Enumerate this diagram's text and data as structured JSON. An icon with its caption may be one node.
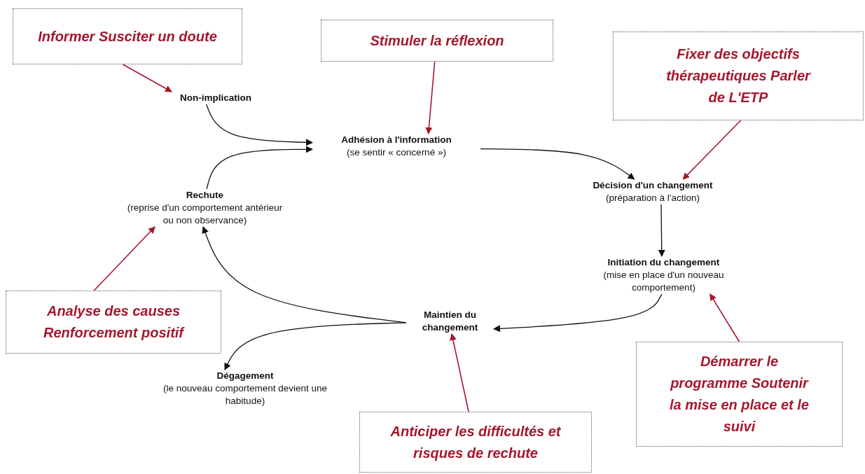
{
  "diagram": {
    "nodes": [
      {
        "text": [
          "Informer Susciter un doute"
        ]
      },
      {
        "text": [
          "Non-implication"
        ]
      },
      {
        "text": [
          "Stimuler la réflexion"
        ]
      },
      {
        "text": [
          "Adhésion à l'information",
          "(se sentir « concerné »)"
        ]
      },
      {
        "text": [
          "Fixer des objectifs thérapeutiques Parler de L'ETP"
        ]
      },
      {
        "text": [
          "Décision d'un changement",
          "(préparation à l'action)"
        ]
      },
      {
        "text": [
          "Initiation du changement",
          "(mise en place d'un nouveau comportement)"
        ]
      },
      {
        "text": [
          "Démarrer le programme Soutenir la mise en place et le suivi"
        ]
      },
      {
        "text": [
          "Maintien du changement"
        ]
      },
      {
        "text": [
          "Anticiper les difficultés et risques de rechute"
        ]
      },
      {
        "text": [
          "Dégagement",
          "(le nouveau comportement devient une habitude)"
        ]
      },
      {
        "text": [
          "Rechute",
          "(reprise d'un comportement antérieur ou non observance)"
        ]
      },
      {
        "text": [
          "Analyse des causes Renforcement positif"
        ]
      }
    ],
    "edges": [
      {
        "from": 1,
        "to": 3,
        "arrow": "to"
      },
      {
        "from": 11,
        "to": 3,
        "arrow": "to"
      },
      {
        "from": 3,
        "to": 5,
        "arrow": "to"
      },
      {
        "from": 5,
        "to": 6,
        "arrow": "to"
      },
      {
        "from": 6,
        "to": 8,
        "arrow": "to"
      },
      {
        "from": 8,
        "to": 11,
        "arrow": "to"
      },
      {
        "from": 8,
        "to": 10,
        "arrow": "to"
      },
      {
        "from": 0,
        "to": 1,
        "arrow": "to",
        "color": "#a6172d"
      },
      {
        "from": 2,
        "to": 3,
        "arrow": "to",
        "color": "#a6172d"
      },
      {
        "from": 4,
        "to": 5,
        "arrow": "to",
        "color": "#a6172d"
      },
      {
        "from": 7,
        "to": 6,
        "arrow": "to",
        "color": "#a6172d"
      },
      {
        "from": 9,
        "to": 8,
        "arrow": "to",
        "color": "#a6172d"
      },
      {
        "from": 12,
        "to": 11,
        "arrow": "to",
        "color": "#a6172d"
      }
    ]
  }
}
